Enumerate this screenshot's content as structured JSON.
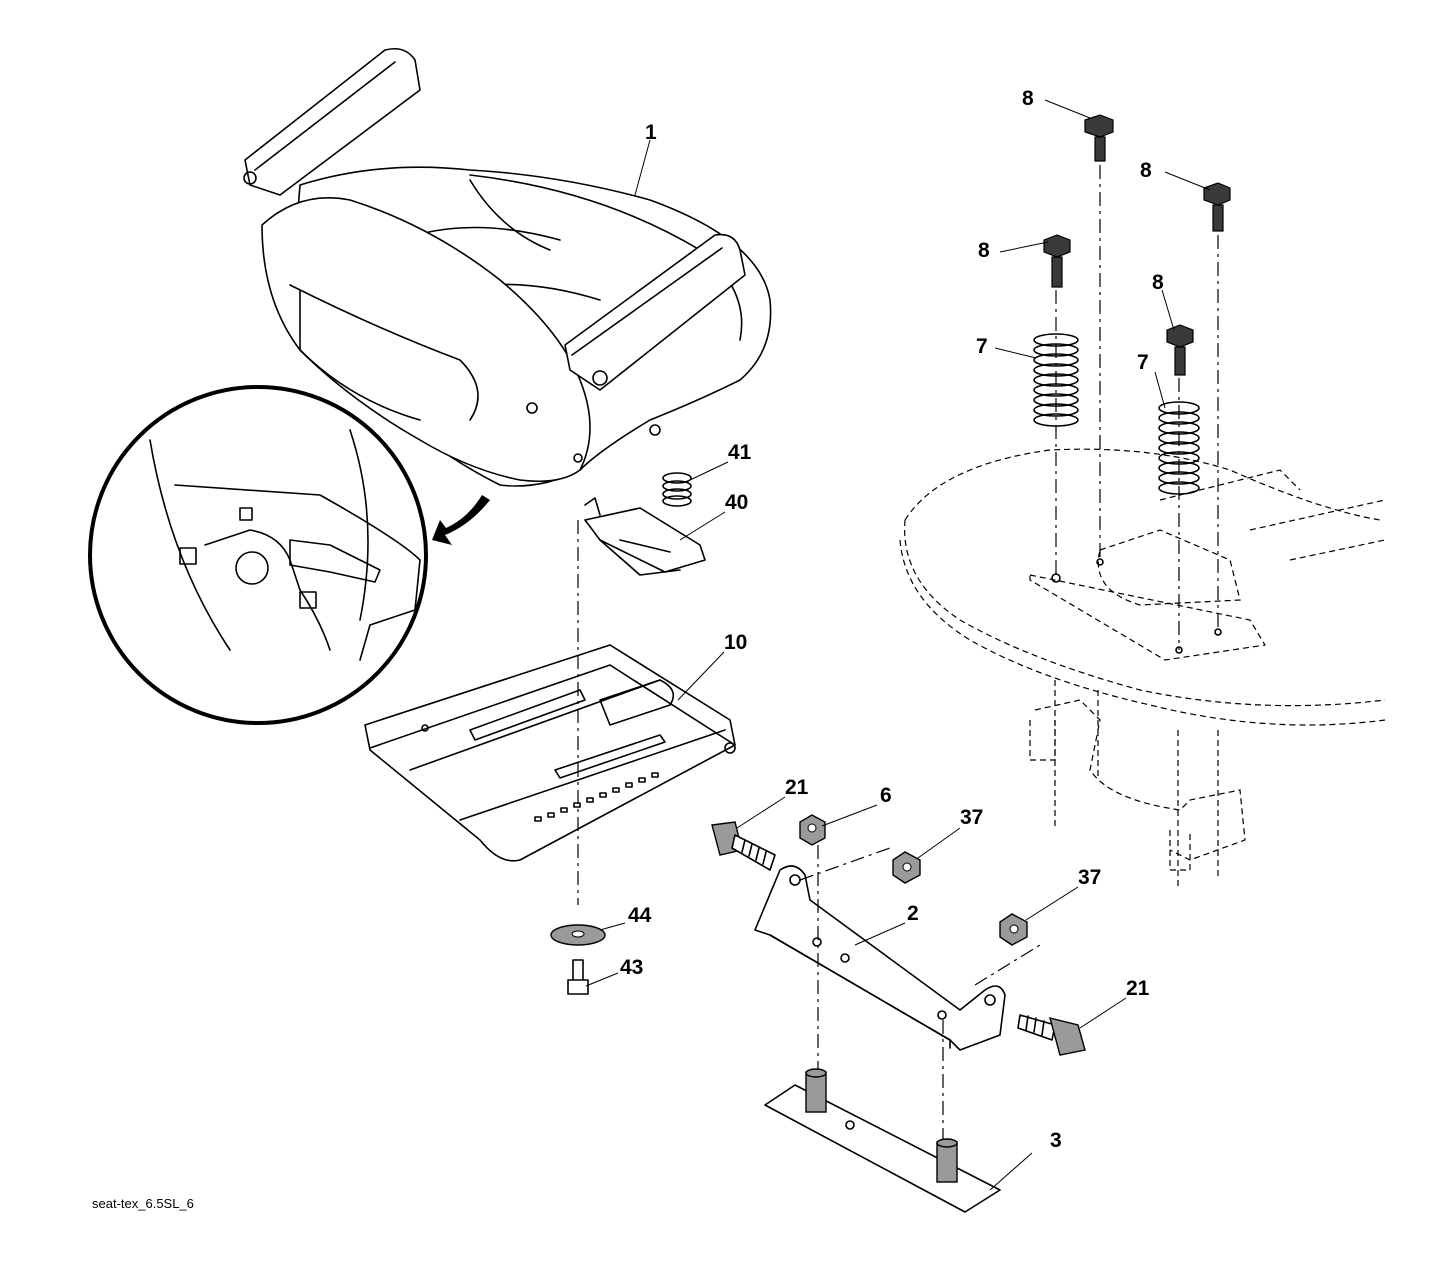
{
  "diagram": {
    "caption": "seat-tex_6.5SL_6",
    "callouts": [
      {
        "id": "seat",
        "label": "1"
      },
      {
        "id": "bolt-a",
        "label": "8"
      },
      {
        "id": "bolt-b",
        "label": "8"
      },
      {
        "id": "bolt-c",
        "label": "8"
      },
      {
        "id": "bolt-d",
        "label": "8"
      },
      {
        "id": "spring-left",
        "label": "7"
      },
      {
        "id": "spring-right",
        "label": "7"
      },
      {
        "id": "spring-small",
        "label": "41"
      },
      {
        "id": "clip",
        "label": "40"
      },
      {
        "id": "seat-pan",
        "label": "10"
      },
      {
        "id": "bolt-hinge-left",
        "label": "21"
      },
      {
        "id": "nut-top",
        "label": "6"
      },
      {
        "id": "nut-upper",
        "label": "37"
      },
      {
        "id": "nut-lower",
        "label": "37"
      },
      {
        "id": "hinge-bracket",
        "label": "2"
      },
      {
        "id": "bolt-hinge-right",
        "label": "21"
      },
      {
        "id": "washer",
        "label": "44"
      },
      {
        "id": "screw",
        "label": "43"
      },
      {
        "id": "base-plate",
        "label": "3"
      }
    ]
  }
}
